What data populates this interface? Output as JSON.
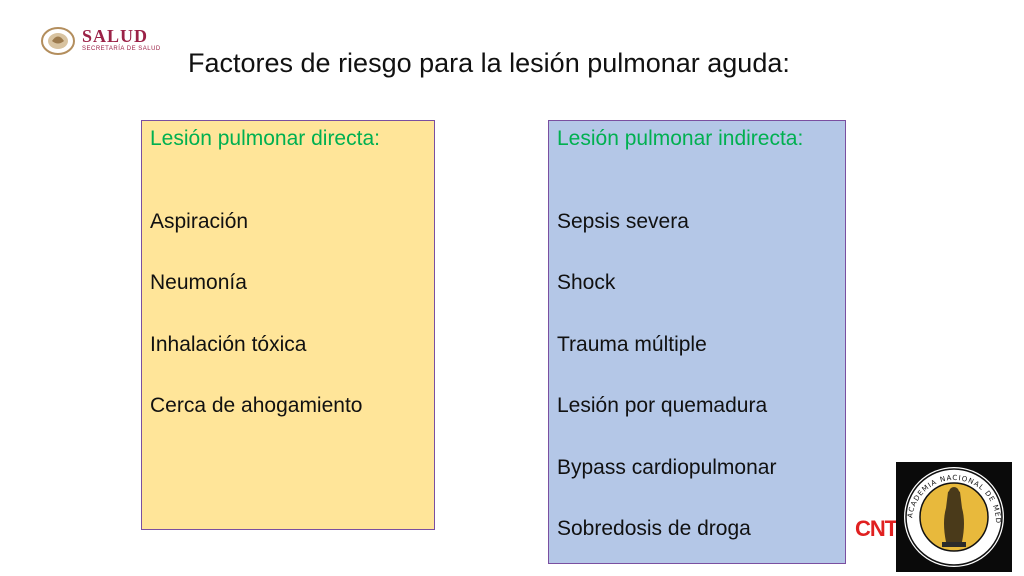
{
  "header": {
    "logo_word": "SALUD",
    "logo_subtitle": "SECRETARÍA DE SALUD",
    "title": "Factores de riesgo para la lesión pulmonar aguda:"
  },
  "direct": {
    "heading": "Lesión pulmonar directa:",
    "items": [
      "Aspiración",
      "Neumonía",
      "Inhalación tóxica",
      "Cerca de ahogamiento"
    ]
  },
  "indirect": {
    "heading": "Lesión pulmonar indirecta:",
    "items": [
      "Sepsis severa",
      "Shock",
      "Trauma múltiple",
      "Lesión por quemadura",
      "Bypass cardiopulmonar",
      "Sobredosis de droga"
    ]
  },
  "footer": {
    "cnts_label": "CNTS",
    "academy_seal_text": "ACADEMIA NACIONAL DE MEDICINA · MÉXICO"
  },
  "colors": {
    "heading_green": "#00b050",
    "direct_bg": "#ffe599",
    "indirect_bg": "#b4c7e7",
    "brand": "#9b2247"
  }
}
